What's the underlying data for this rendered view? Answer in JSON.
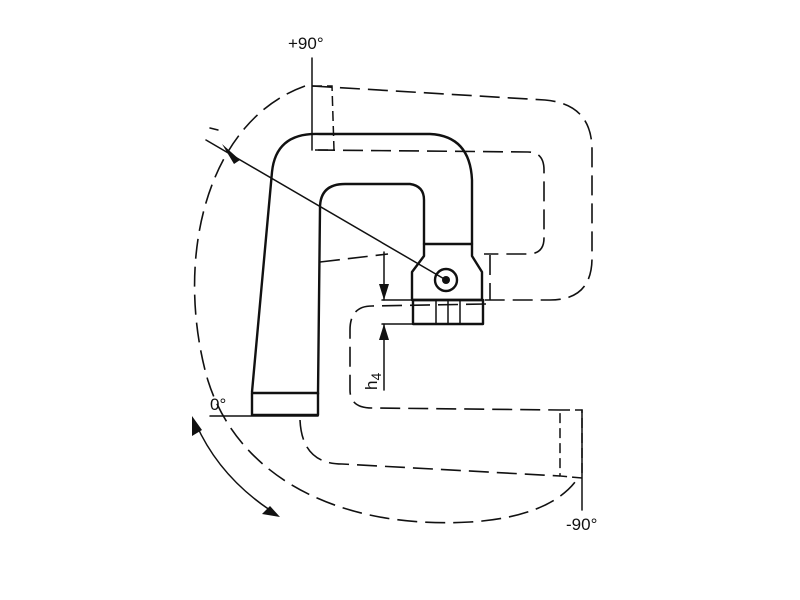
{
  "labels": {
    "plus90": "+90°",
    "zero": "0°",
    "minus90": "-90°",
    "h4_letter": "h",
    "h4_sub": "4"
  },
  "colors": {
    "stroke": "#111111",
    "background": "#ffffff"
  }
}
